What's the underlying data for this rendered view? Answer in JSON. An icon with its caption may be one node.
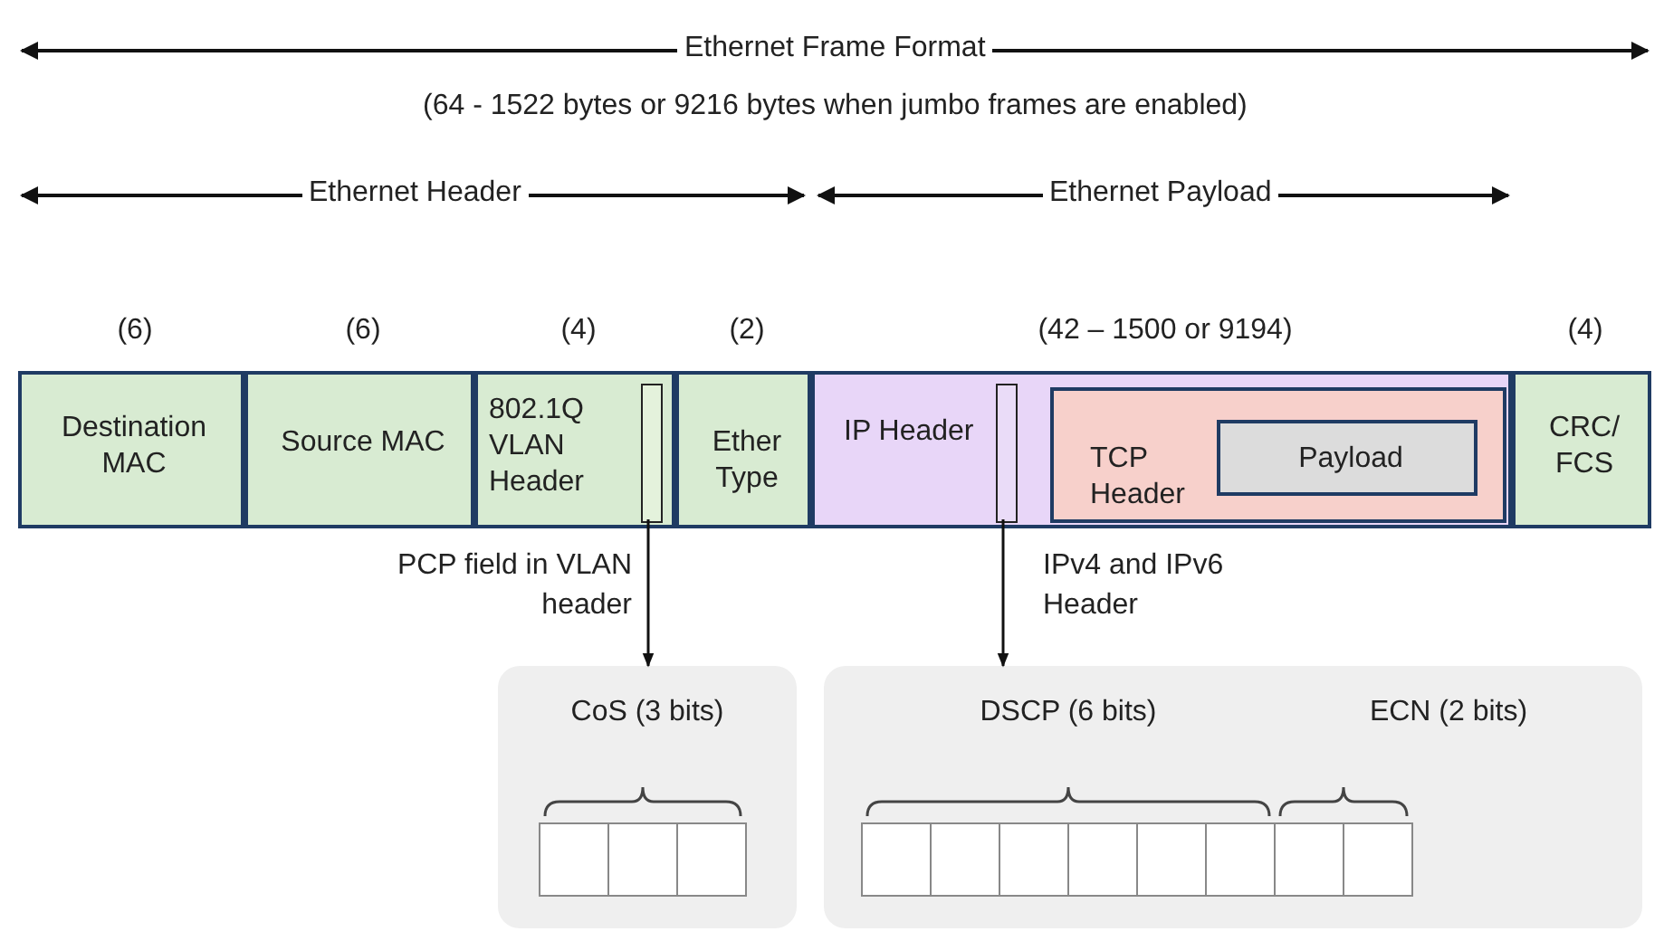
{
  "diagram": {
    "nodes": [
      {
        "text": [
          "Destination MAC"
        ],
        "beside": [
          "(6)"
        ]
      },
      {
        "text": [
          "Source MAC"
        ],
        "beside": [
          "(6)"
        ]
      },
      {
        "text": [
          "802.1Q VLAN Header"
        ],
        "beside": [
          "(4)"
        ]
      },
      {
        "text": [],
        "shape": "bar",
        "in": 2
      },
      {
        "text": [
          "Ether Type"
        ],
        "beside": [
          "(2)"
        ]
      },
      {
        "text": [
          "IP Header"
        ],
        "beside": [
          "(42 – 1500 or 9194)"
        ]
      },
      {
        "text": [],
        "shape": "bar",
        "in": 5
      },
      {
        "text": [
          "TCP Header"
        ],
        "in": 5
      },
      {
        "text": [
          "Payload"
        ],
        "in": 7
      },
      {
        "text": [
          "CRC/ FCS"
        ],
        "beside": [
          "(4)"
        ]
      },
      {
        "text": [
          "CoS (3 bits)"
        ]
      },
      {
        "text": [
          "DSCP (6 bits)",
          "ECN (2 bits)"
        ]
      }
    ],
    "edges": [
      {
        "from": 3,
        "to": 10,
        "arrow": "to",
        "label": "PCP field in VLAN header"
      },
      {
        "from": 6,
        "to": 11,
        "arrow": "to",
        "label": "IPv4 and IPv6 Header"
      }
    ],
    "labels": [
      "Ethernet Frame Format",
      "(64 - 1522 bytes or 9216 bytes when jumbo frames are enabled)",
      "Ethernet Header",
      "Ethernet Payload"
    ]
  }
}
